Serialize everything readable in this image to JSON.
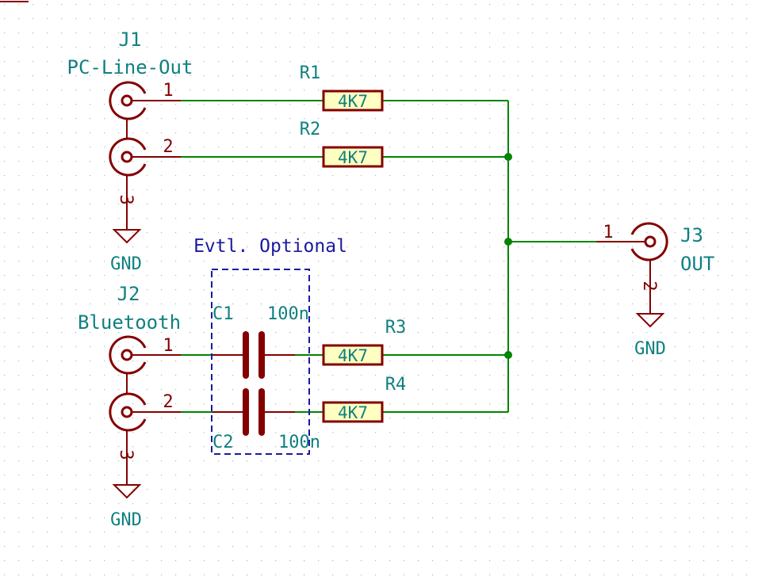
{
  "colors": {
    "background": "#ffffff",
    "grid": "#b0b0b0",
    "wire": "#008400",
    "junction": "#008400",
    "component": "#840000",
    "component_fill": "#ffffc2",
    "label": "#108080",
    "note": "#1a1aa0"
  },
  "connectors": {
    "j1": {
      "ref": "J1",
      "value": "PC-Line-Out",
      "pin1": "1",
      "pin2": "2",
      "pin3": "3",
      "gnd": "GND"
    },
    "j2": {
      "ref": "J2",
      "value": "Bluetooth",
      "pin1": "1",
      "pin2": "2",
      "pin3": "3",
      "gnd": "GND"
    },
    "j3": {
      "ref": "J3",
      "value": "OUT",
      "pin1": "1",
      "pin2": "2",
      "gnd": "GND"
    }
  },
  "resistors": {
    "r1": {
      "ref": "R1",
      "value": "4K7"
    },
    "r2": {
      "ref": "R2",
      "value": "4K7"
    },
    "r3": {
      "ref": "R3",
      "value": "4K7"
    },
    "r4": {
      "ref": "R4",
      "value": "4K7"
    }
  },
  "capacitors": {
    "c1": {
      "ref": "C1",
      "value": "100n"
    },
    "c2": {
      "ref": "C2",
      "value": "100n"
    }
  },
  "notes": {
    "optional": "Evtl. Optional"
  }
}
